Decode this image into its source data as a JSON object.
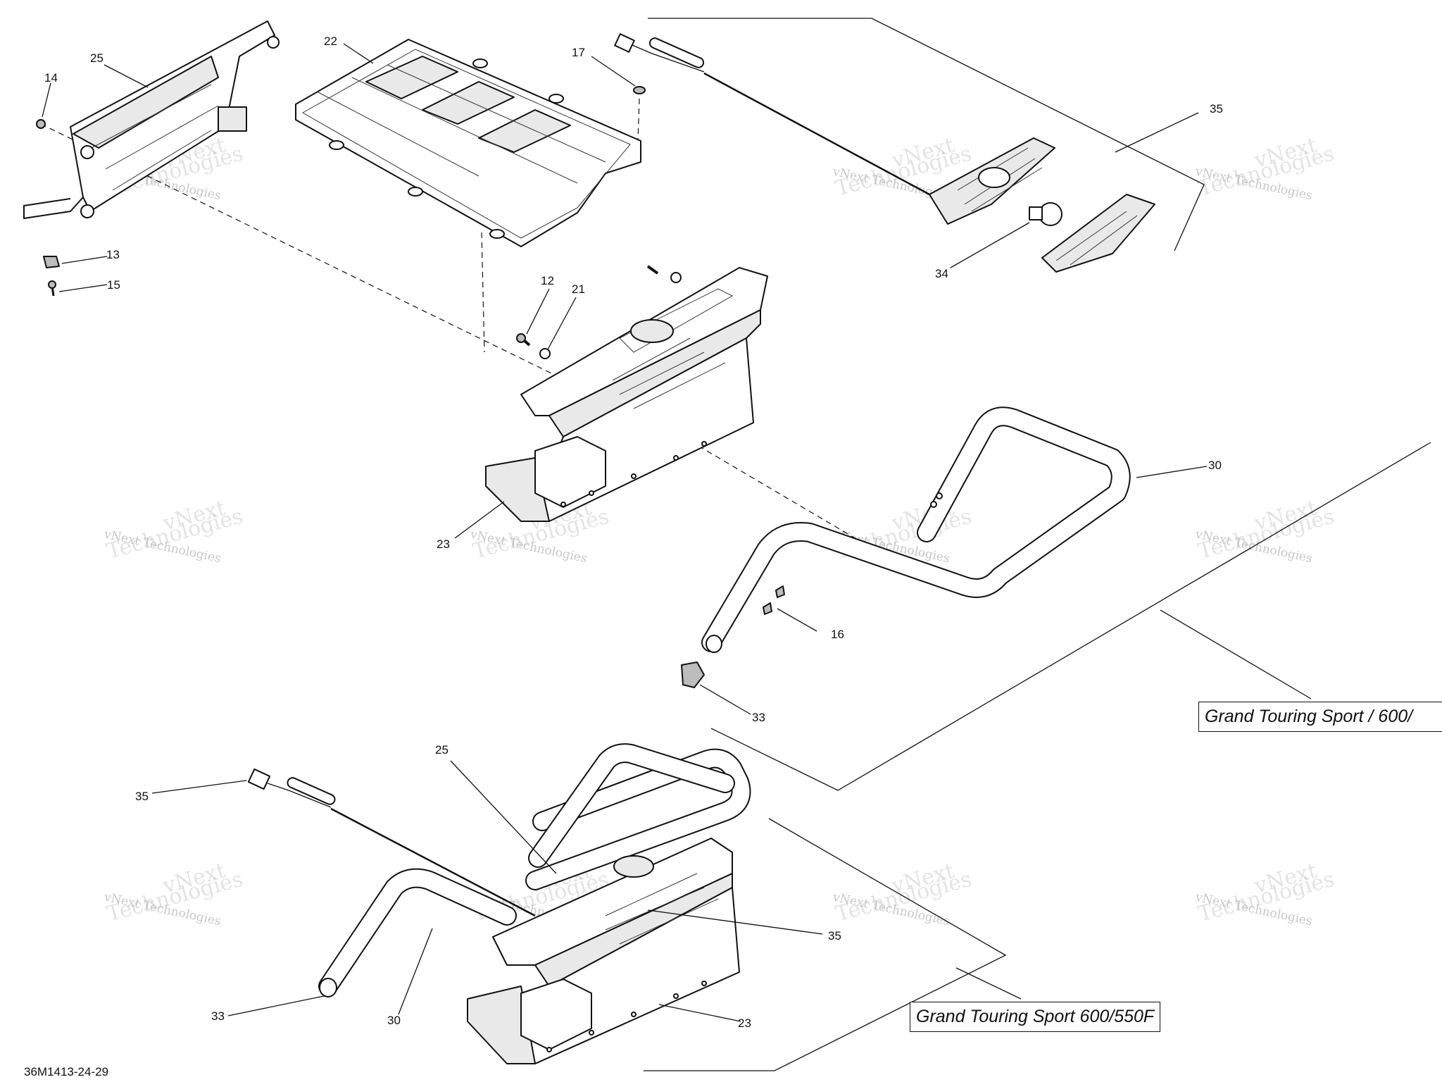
{
  "drawing_code": "36M1413-24-29",
  "model_labels": {
    "upper": "Grand Touring Sport / 600/",
    "lower": "Grand Touring Sport 600/550F"
  },
  "watermark": {
    "line1": "vNext",
    "line2": "vNext Technologies",
    "line3": "Technologies"
  },
  "callouts": {
    "c25a": "25",
    "c14": "14",
    "c13": "13",
    "c15": "15",
    "c22": "22",
    "c17": "17",
    "c35a": "35",
    "c34": "34",
    "c12": "12",
    "c21": "21",
    "c23a": "23",
    "c30a": "30",
    "c16": "16",
    "c33a": "33",
    "c25b": "25",
    "c35b": "35",
    "c35c": "35",
    "c33b": "33",
    "c30b": "30",
    "c23b": "23"
  }
}
